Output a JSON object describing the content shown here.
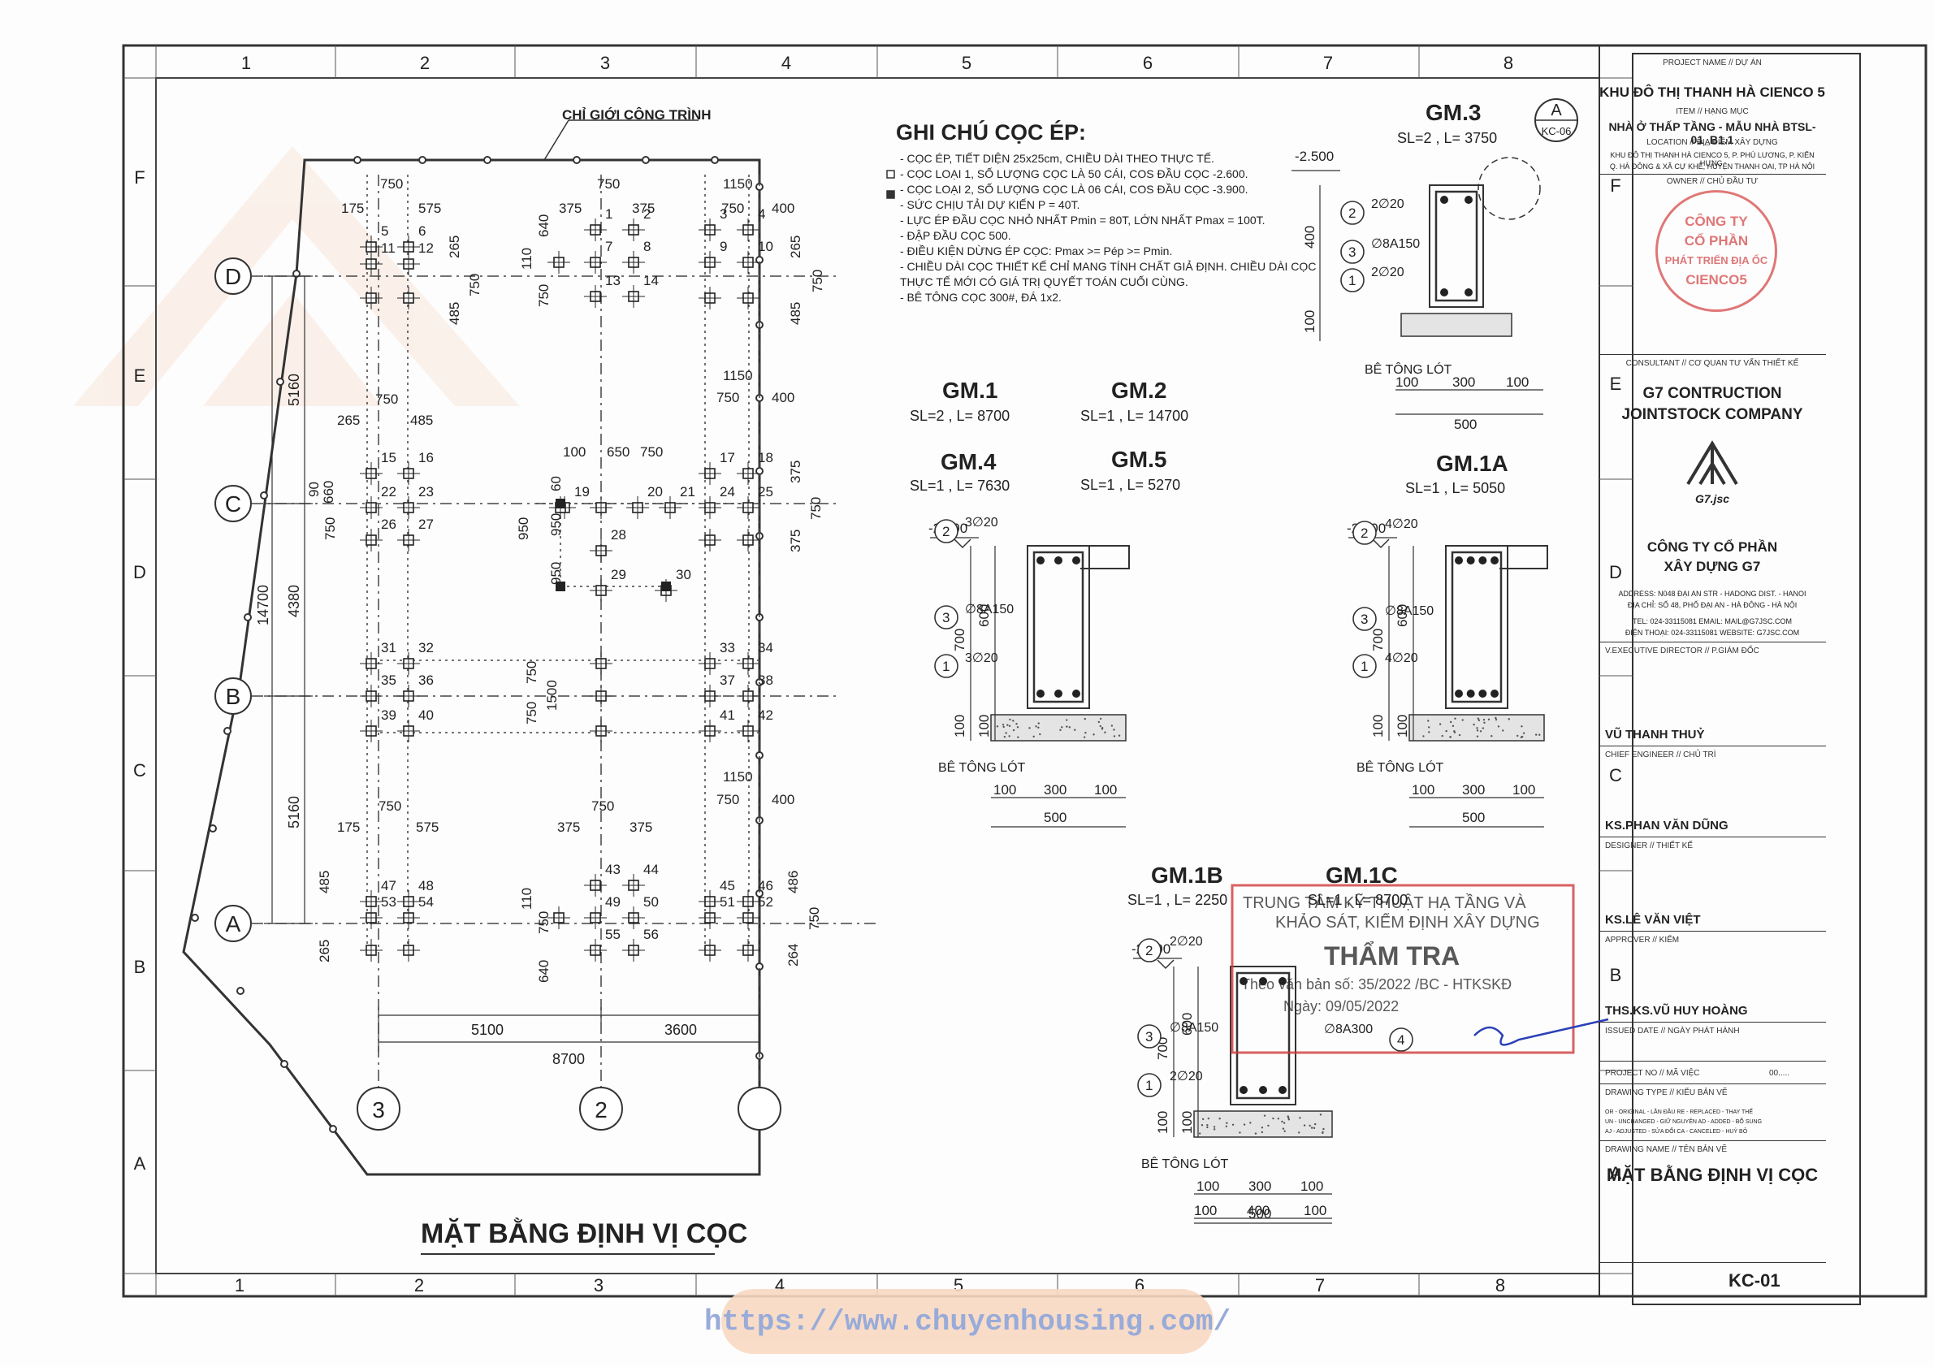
{
  "grid": {
    "columns_top": [
      "1",
      "2",
      "3",
      "4",
      "5",
      "6",
      "7",
      "8"
    ],
    "rows_side": [
      "F",
      "E",
      "D",
      "C",
      "B",
      "A"
    ]
  },
  "plan": {
    "title": "MẶT BẰNG ĐỊNH VỊ CỌC",
    "boundary_label": "CHỈ GIỚI CÔNG TRÌNH",
    "axes_rows": [
      "D",
      "C",
      "B",
      "A"
    ],
    "axes_cols": [
      "3",
      "2"
    ],
    "dims": {
      "d1": "5160",
      "d2": "4380",
      "d3": "5160",
      "d_total": "14700",
      "b1": "5100",
      "b2": "3600",
      "b_total": "8700",
      "top_750": "750",
      "top_175": "175",
      "top_575": "575",
      "top_375": "375",
      "top_1150": "1150",
      "top_400": "400",
      "v265": "265",
      "v485": "485",
      "v640": "640",
      "v110": "110",
      "v750": "750",
      "v1500": "1500",
      "v950": "950",
      "v375": "375",
      "v486": "486",
      "v264": "264",
      "c100": "100",
      "c650": "650",
      "c265": "265",
      "c60": "60",
      "c90": "90",
      "c660": "660"
    },
    "pile_numbers": [
      "1",
      "2",
      "3",
      "4",
      "5",
      "6",
      "7",
      "8",
      "9",
      "10",
      "11",
      "12",
      "13",
      "14",
      "15",
      "16",
      "17",
      "18",
      "19",
      "20",
      "21",
      "22",
      "23",
      "24",
      "25",
      "26",
      "27",
      "28",
      "29",
      "30",
      "31",
      "32",
      "33",
      "34",
      "35",
      "36",
      "37",
      "38",
      "39",
      "40",
      "41",
      "42",
      "43",
      "44",
      "45",
      "46",
      "47",
      "48",
      "49",
      "50",
      "51",
      "52",
      "53",
      "54",
      "55",
      "56"
    ]
  },
  "notes": {
    "title": "GHI CHÚ CỌC ÉP:",
    "lines": [
      "- CỌC ÉP, TIẾT DIỆN 25x25cm, CHIỀU DÀI THEO THỰC TẾ.",
      "- CỌC LOẠI 1, SỐ LƯỢNG CỌC LÀ 50 CÁI, COS ĐẦU CỌC -2.600.",
      "- CỌC LOẠI 2, SỐ LƯỢNG CỌC LÀ 06 CÁI, COS ĐẦU CỌC -3.900.",
      "- SỨC CHỊU TẢI DỰ KIẾN P = 40T.",
      "- LỰC ÉP ĐẦU CỌC NHỎ NHẤT Pmin = 80T, LỚN NHẤT Pmax = 100T.",
      "- ĐẬP ĐẦU CỌC 500.",
      "- ĐIỀU KIỆN DỪNG ÉP CỌC: Pmax >= Pép >= Pmin.",
      "- CHIỀU DÀI CỌC THIẾT KẾ CHỈ MANG TÍNH CHẤT GIẢ ĐỊNH. CHIỀU DÀI CỌC",
      "  THỰC TẾ MỚI CÓ GIÁ TRỊ QUYẾT TOÁN CUỐI CÙNG.",
      "- BÊ TÔNG CỌC 300#, ĐÁ 1x2."
    ]
  },
  "beams": [
    {
      "name": "GM.1",
      "spec": "SL=2 , L= 8700"
    },
    {
      "name": "GM.2",
      "spec": "SL=1 , L= 14700"
    },
    {
      "name": "GM.4",
      "spec": "SL=1 , L= 7630"
    },
    {
      "name": "GM.5",
      "spec": "SL=1 , L= 5270"
    },
    {
      "name": "GM.3",
      "spec": "SL=2 , L= 3750"
    },
    {
      "name": "GM.1A",
      "spec": "SL=1 , L= 5050"
    },
    {
      "name": "GM.1B",
      "spec": "SL=1 , L= 2250"
    },
    {
      "name": "GM.1C",
      "spec": "SL=1 , L= 8700"
    }
  ],
  "sections": {
    "level": "-2.500",
    "lean": "BÊ TÔNG LÓT",
    "bar_2_a": "3∅20",
    "bar_2_b": "4∅20",
    "bar_2_c": "2∅20",
    "stirrup": "∅8A150",
    "stirrup_4": "∅8A300",
    "ref_tag": "A",
    "ref_sheet": "KC-06",
    "h700": "700",
    "h600": "600",
    "h400": "400",
    "h100": "100",
    "w100": "100",
    "w300": "300",
    "w400": "400",
    "w500": "500",
    "c1": "1",
    "c2": "2",
    "c3": "3",
    "c4": "4"
  },
  "stamp": {
    "line1": "TRUNG TÂM KỸ THUẬT HẠ TẦNG VÀ",
    "line2": "KHẢO SÁT, KIỂM ĐỊNH XÂY DỰNG",
    "line3": "THẨM TRA",
    "line4": "Theo văn bản số: 35/2022 /BC - HTKSKĐ",
    "line5": "Ngày: 09/05/2022",
    "color": "#d0393b"
  },
  "titleblock": {
    "project_name_label": "PROJECT NAME // DỰ ÁN",
    "project_name": "KHU ĐÔ THỊ THANH HÀ CIENCO 5",
    "item_label": "ITEM // HẠNG MỤC",
    "item": "NHÀ Ở THẤP TẦNG - MẪU NHÀ BTSL-01_B1.1",
    "location_label": "LOCATION // ĐỊA ĐIỂM XÂY DỰNG",
    "location_1": "KHU ĐÔ THỊ THANH HÀ CIENCO 5, P. PHÚ LƯƠNG, P. KIẾN HƯNG,",
    "location_2": "Q. HÀ ĐÔNG & XÃ CỰ KHÊ, HUYỆN THANH OAI, TP HÀ NỘI",
    "owner_label": "OWNER // CHỦ ĐẦU TƯ",
    "owner_seal_1": "CÔNG TY",
    "owner_seal_2": "CỔ PHẦN",
    "owner_seal_3": "PHÁT TRIỂN ĐỊA ỐC",
    "owner_seal_4": "CIENCO5",
    "consultant_label": "CONSULTANT // CƠ QUAN TƯ VẤN THIẾT KẾ",
    "consultant_1": "G7 CONTRUCTION",
    "consultant_2": "JOINTSTOCK COMPANY",
    "logo_text": "G7.jsc",
    "company_1": "CÔNG TY CỔ PHẦN",
    "company_2": "XÂY DỰNG G7",
    "address_1": "ADDRESS: N048 ĐẠI AN STR - HADONG DIST. - HANOI",
    "address_2": "ĐỊA CHỈ: SỐ 48, PHỐ ĐẠI AN - HÀ ĐÔNG - HÀ NỘI",
    "tel_1": "TEL: 024-33115081 EMAIL: MAIL@G7JSC.COM",
    "tel_2": "ĐIỆN THOẠI: 024-33115081 WEBSITE: G7JSC.COM",
    "exec_label": "V.EXECUTIVE DIRECTOR // P.GIÁM ĐỐC",
    "exec_name": "VŨ THANH THUỶ",
    "chief_label": "CHIEF ENGINEER // CHỦ TRÌ",
    "chief_name": "KS.PHAN VĂN DŨNG",
    "designer_label": "DESIGNER // THIẾT KẾ",
    "designer_name": "KS.LÊ VĂN VIỆT",
    "approver_label": "APPROVER // KIỂM",
    "approver_name": "THS.KS.VŨ HUY HOÀNG",
    "issued_label": "ISSUED DATE // NGÀY PHÁT HÀNH",
    "project_no_label": "PROJECT NO // MÃ VIỆC",
    "project_no": "00.....",
    "drawing_type_label": "DRAWING TYPE // KIỂU BẢN VẼ",
    "dt_1": "OR - ORIGINAL - LẦN ĐẦU     RE - REPLACED - THAY THẾ",
    "dt_2": "UN - UNCHANGED - GIỮ NGUYÊN  AD - ADDED - BỔ SUNG",
    "dt_3": "AJ - ADJUSTED - SỬA ĐỔI     CA - CANCELED - HUỶ BỎ",
    "drawing_name_label": "DRAWING NAME // TÊN BẢN VẼ",
    "drawing_name": "MẶT BẰNG ĐỊNH VỊ CỌC",
    "sheet_no": "KC-01"
  },
  "watermark": {
    "url": "https://www.chuyenhousing.com/"
  }
}
